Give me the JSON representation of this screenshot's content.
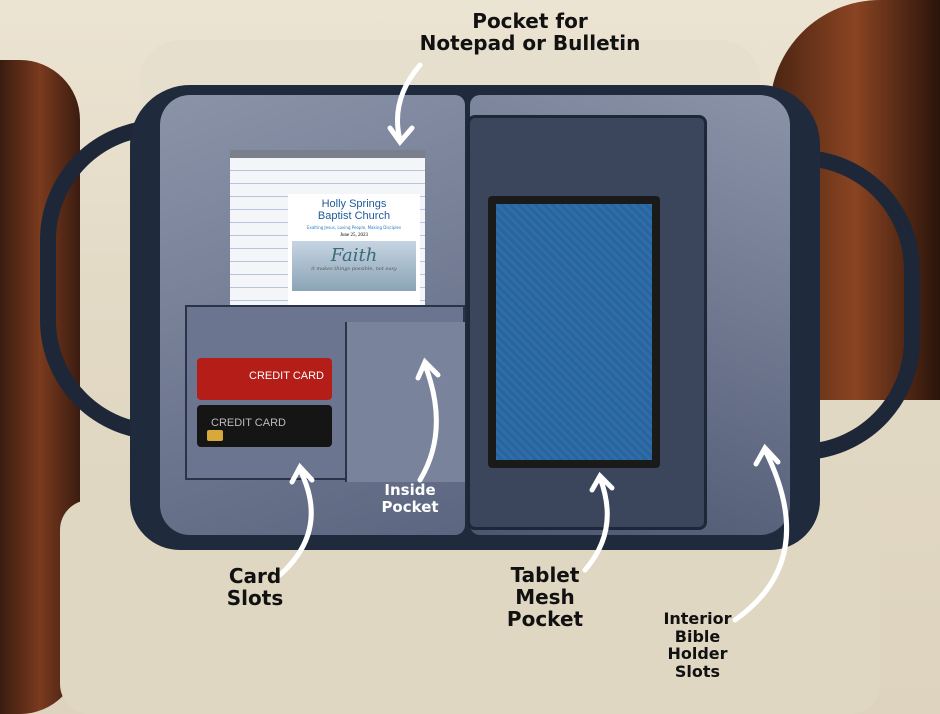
{
  "labels": {
    "pocket_notepad": [
      "Pocket for",
      "Notepad or Bulletin"
    ],
    "inside_pocket": [
      "Inside",
      "Pocket"
    ],
    "card_slots": [
      "Card",
      "Slots"
    ],
    "tablet_pocket": [
      "Tablet",
      "Mesh",
      "Pocket"
    ],
    "bible_holder": [
      "Interior",
      "Bible",
      "Holder",
      "Slots"
    ]
  },
  "bulletin": {
    "church_name": [
      "Holly Springs",
      "Baptist Church"
    ],
    "tagline": "Exalting Jesus, Loving People, Making Disciples",
    "date": "June 25, 2023",
    "image_title": "Faith",
    "image_subtitle": "it makes things possible, not easy"
  },
  "cards": [
    "CREDIT CARD",
    "CREDIT CARD"
  ],
  "colors": {
    "bag": "#1f2a3d",
    "card_red": "#b51d18",
    "tablet_screen": "#2d6ea6"
  }
}
